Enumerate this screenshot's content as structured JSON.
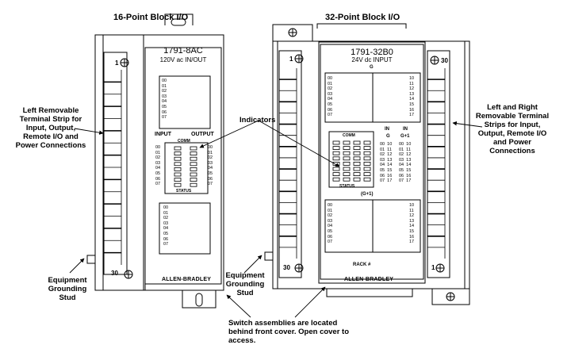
{
  "titles": {
    "left": "16-Point Block I/O",
    "right": "32-Point Block I/O"
  },
  "left_module": {
    "model": "1791-8AC",
    "desc": "120V ac IN/OUT",
    "input_label": "INPUT",
    "output_label": "OUTPUT",
    "comm": "COMM",
    "status": "STATUS",
    "brand": "ALLEN-BRADLEY",
    "terminal_top": "1",
    "terminal_bottom": "30",
    "display_channels": "00\n01\n02\n03\n04\n05\n06\n07",
    "indicator_in": "00\n01\n02\n03\n04\n05\n06\n07",
    "indicator_out": "00\n01\n02\n03\n04\n05\n06\n07",
    "switch_channels": "00\n01\n02\n03\n04\n05\n06\n07"
  },
  "right_module": {
    "model": "1791-32B0",
    "desc": "24V dc INPUT",
    "g_label": "G",
    "g1_label": "(G+1)",
    "in_label": "IN",
    "in_g": "G",
    "in_g1": "G+1",
    "comm": "COMM",
    "status": "STATUS",
    "rack": "RACK #",
    "brand": "ALLEN-BRADLEY",
    "terminal_left_top": "1",
    "terminal_left_bottom": "30",
    "terminal_right_top": "30",
    "terminal_right_bottom": "1",
    "ch_low": "00\n01\n02\n03\n04\n05\n06\n07",
    "ch_high": "10\n11\n12\n13\n14\n15\n16\n17",
    "ind_rows": "00  10\n01  11\n02  12\n03  13\n04  14\n05  15\n06  16\n07  17"
  },
  "callouts": {
    "left_strip": "Left Removable Terminal Strip for Input, Output, Remote I/O and Power Connections",
    "right_strip": "Left and Right Removable Terminal Strips for Input, Output, Remote I/O and Power Connections",
    "indicators": "Indicators",
    "ground_left": "Equipment Grounding Stud",
    "ground_right": "Equipment Grounding Stud",
    "switch": "Switch assemblies are located behind front cover. Open cover to access."
  }
}
